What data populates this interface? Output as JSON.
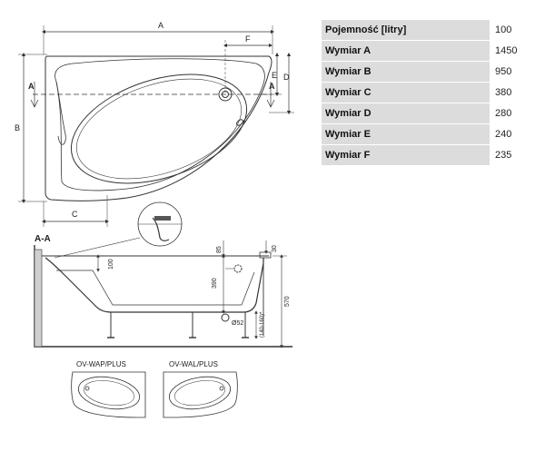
{
  "specs": {
    "rows": [
      {
        "label": "Pojemność [litry]",
        "value": "100"
      },
      {
        "label": "Wymiar A",
        "value": "1450"
      },
      {
        "label": "Wymiar B",
        "value": "950"
      },
      {
        "label": "Wymiar C",
        "value": "380"
      },
      {
        "label": "Wymiar D",
        "value": "280"
      },
      {
        "label": "Wymiar E",
        "value": "240"
      },
      {
        "label": "Wymiar F",
        "value": "235"
      }
    ]
  },
  "plan_view": {
    "dim_a": "A",
    "dim_b": "B",
    "dim_c": "C",
    "dim_d": "D",
    "dim_e": "E",
    "dim_f": "F",
    "section_marker": "A"
  },
  "section_view": {
    "title": "A-A",
    "dims": [
      "85",
      "30",
      "100",
      "390",
      "570",
      "(140-160)*",
      "Ø52"
    ]
  },
  "variants": [
    {
      "label": "OV-WAP/PLUS"
    },
    {
      "label": "OV-WAL/PLUS"
    }
  ],
  "colors": {
    "table_label_bg": "#dcdcdc",
    "line": "#333333"
  }
}
